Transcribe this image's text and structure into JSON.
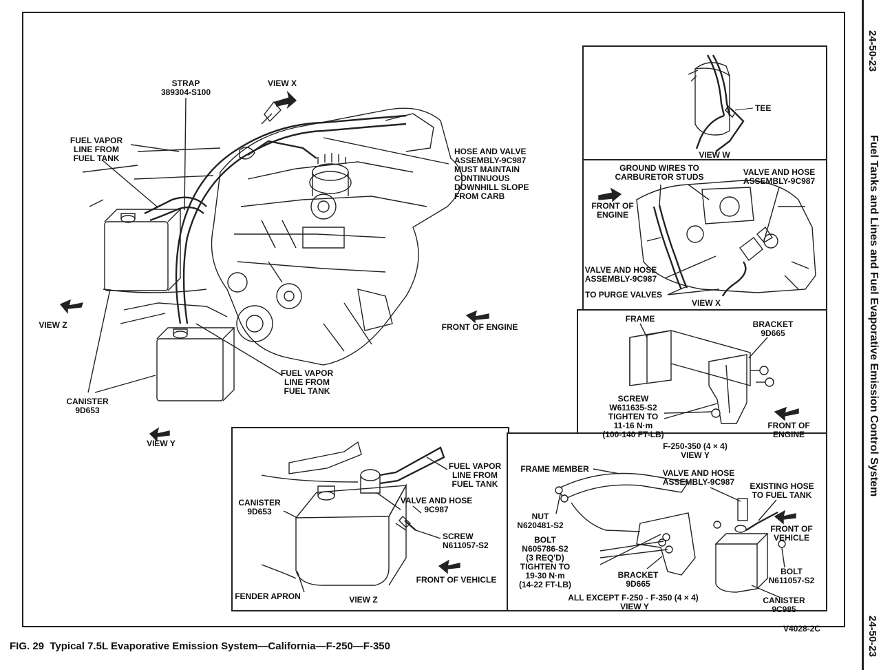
{
  "figure": {
    "caption": "FIG. 29  Typical 7.5L Evaporative Emission System—California—F-250—F-350",
    "code": "V4028-2C"
  },
  "page_side": {
    "page_number_top": "24-50-23",
    "section_title": "Fuel Tanks and Lines and Fuel Evaporative Emission Control System",
    "page_number_bottom": "24-50-23"
  },
  "main_view": {
    "strap": "STRAP\n389304-S100",
    "view_x": "VIEW X",
    "fuel_vapor_top": "FUEL VAPOR\nLINE FROM\nFUEL TANK",
    "hose_valve_note": "HOSE AND VALVE\nASSEMBLY-9C987\nMUST MAINTAIN\nCONTINUOUS\nDOWNHILL SLOPE\nFROM CARB",
    "view_z": "VIEW Z",
    "front_of_engine": "FRONT OF ENGINE",
    "fuel_vapor_bottom": "FUEL VAPOR\nLINE FROM\nFUEL TANK",
    "canister": "CANISTER\n9D653",
    "view_y": "VIEW Y"
  },
  "view_w": {
    "tee": "TEE",
    "title": "VIEW W"
  },
  "view_x_panel": {
    "ground_wires": "GROUND WIRES TO\nCARBURETOR STUDS",
    "valve_hose_right": "VALVE AND HOSE\nASSEMBLY-9C987",
    "front_of_engine": "FRONT OF\nENGINE",
    "valve_hose_left": "VALVE AND HOSE\nASSEMBLY-9C987",
    "to_purge": "TO PURGE VALVES",
    "title": "VIEW X"
  },
  "view_y_4x4": {
    "frame": "FRAME",
    "bracket": "BRACKET\n9D665",
    "screw": "SCREW\nW611635-S2\nTIGHTEN TO\n11-16 N·m\n(100-140 FT-LB)",
    "front_of_engine": "FRONT OF\nENGINE",
    "subtitle": "F-250-350 (4 × 4)",
    "title": "VIEW Y"
  },
  "view_z_panel": {
    "canister": "CANISTER\n9D653",
    "fuel_vapor": "FUEL VAPOR\nLINE FROM\nFUEL TANK",
    "valve_hose": "VALVE AND HOSE\n9C987",
    "screw": "SCREW\nN611057-S2",
    "front_of_vehicle": "FRONT OF VEHICLE",
    "fender_apron": "FENDER APRON",
    "title": "VIEW Z"
  },
  "view_y_all": {
    "frame_member": "FRAME MEMBER",
    "valve_hose": "VALVE AND HOSE\nASSEMBLY-9C987",
    "existing_hose": "EXISTING HOSE\nTO FUEL TANK",
    "nut": "NUT\nN620481-S2",
    "front_of_vehicle": "FRONT OF\nVEHICLE",
    "bolt_left": "BOLT\nN605786-S2\n(3 REQ'D)\nTIGHTEN TO\n19-30 N·m\n(14-22 FT-LB)",
    "bracket": "BRACKET\n9D665",
    "bolt_right": "BOLT\nN611057-S2",
    "subtitle": "ALL EXCEPT F-250 - F-350 (4 × 4)",
    "title": "VIEW Y",
    "canister": "CANISTER\n9C985"
  }
}
